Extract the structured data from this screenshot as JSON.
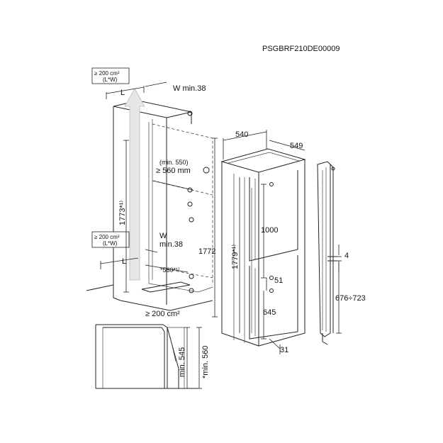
{
  "doc_code": "PSGBRF210DE00009",
  "vent_top": {
    "line1": "≥ 200 cm²",
    "line2": "(L*W)"
  },
  "vent_mid": {
    "line1": "≥ 200 cm²",
    "line2": "(L*W)"
  },
  "vent_bottom": "≥ 200 cm²",
  "label_L_top": "L",
  "label_L_bottom": "L",
  "label_W_min_top": "W min.38",
  "label_W": "W",
  "label_min38": "min.38",
  "label_560_plinth": "*560*¹⁾",
  "label_1773": "1773*¹⁾",
  "label_1772": "1772",
  "label_1779": "1779*¹⁾",
  "label_min550": "(min. 550)",
  "label_560mm": "≥ 560 mm",
  "label_540": "540",
  "label_549": "549",
  "label_1000": "1000",
  "label_51": "51",
  "label_645": "645",
  "label_31": "31",
  "label_4": "4",
  "label_676_723": "676÷723",
  "label_min545": "min. 545",
  "label_min560": "*min. 560"
}
